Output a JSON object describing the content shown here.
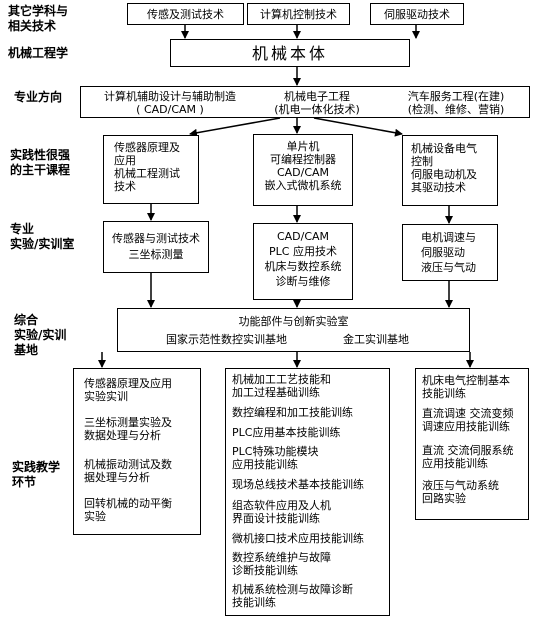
{
  "labels": {
    "other": "其它学科与\n相关技术",
    "mech_eng": "机械工程学",
    "direction": "专业方向",
    "courses": "实践性很强\n的主干课程",
    "lab": "专业\n实验/实训室",
    "base": "综合\n实验/实训\n基地",
    "teaching": "实践教学\n环节"
  },
  "top": {
    "sensor": "传感及测试技术",
    "computer": "计算机控制技术",
    "servo": "伺服驱动技术"
  },
  "body_title": "机械本体",
  "directions": {
    "left": "计算机辅助设计与辅助制造\n( CAD/CAM )",
    "middle": "机械电子工程\n(机电一体化技术)",
    "right": "汽车服务工程(在建)\n(检测、维修、营销)"
  },
  "courses": {
    "left": "传感器原理及\n应用\n机械工程测试\n技术",
    "middle": "单片机\n可编程控制器\nCAD/CAM\n嵌入式微机系统",
    "right": "机械设备电气\n控制\n伺服电动机及\n其驱动技术"
  },
  "labs": {
    "left": "传感器与测试技术\n三坐标测量",
    "middle": "CAD/CAM\nPLC 应用技术\n机床与数控系统\n诊断与维修",
    "right": "电机调速与\n伺服驱动\n液压与气动"
  },
  "base": {
    "line1": "功能部件与创新实验室",
    "line2a": "国家示范性数控实训基地",
    "line2b": "金工实训基地"
  },
  "practice": {
    "left": [
      "传感器原理及应用\n实验实训",
      "三坐标测量实验及\n数据处理与分析",
      "机械振动测试及数\n据处理与分析",
      "回转机械的动平衡\n实验"
    ],
    "middle": [
      "机械加工工艺技能和\n加工过程基础训练",
      "数控编程和加工技能训练",
      "PLC应用基本技能训练",
      "PLC特殊功能模块\n应用技能训练",
      "现场总线技术基本技能训练",
      "组态软件应用及人机\n界面设计技能训练",
      "微机接口技术应用技能训练",
      "数控系统维护与故障\n诊断技能训练",
      "机械系统检测与故障诊断\n技能训练"
    ],
    "right": [
      "机床电气控制基本\n技能训练",
      "直流调速 交流变频\n调速应用技能训练",
      "直流 交流伺服系统\n应用技能训练",
      "液压与气动系统\n回路实验"
    ]
  }
}
